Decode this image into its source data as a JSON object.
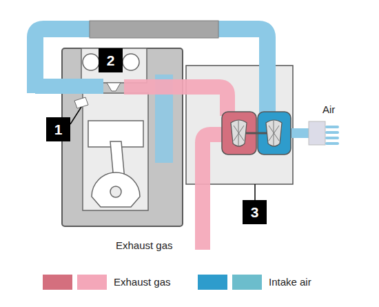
{
  "diagram": {
    "nodes": [
      {
        "text": [
          "1"
        ]
      },
      {
        "text": [
          "2"
        ]
      },
      {
        "text": [
          "3"
        ]
      }
    ],
    "labels": [
      "Air",
      "Exhaust gas"
    ],
    "legend": [
      {
        "text": "Exhaust gas",
        "color": "#d46f7e"
      },
      {
        "text": "Intake air",
        "color": "#2e9ccc"
      }
    ]
  }
}
